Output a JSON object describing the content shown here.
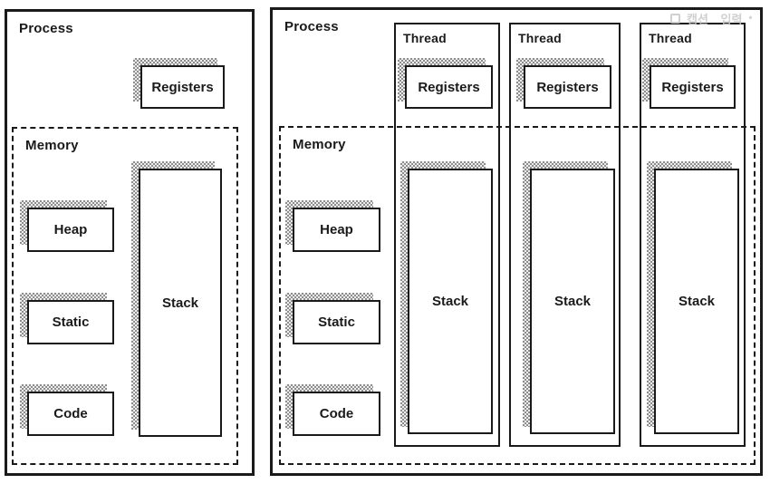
{
  "diagram": {
    "left_panel": {
      "title": "Process",
      "registers_label": "Registers",
      "memory": {
        "title": "Memory",
        "heap": "Heap",
        "static": "Static",
        "code": "Code",
        "stack": "Stack"
      }
    },
    "right_panel": {
      "title": "Process",
      "memory": {
        "title": "Memory",
        "heap": "Heap",
        "static": "Static",
        "code": "Code"
      },
      "threads": [
        {
          "title": "Thread",
          "registers_label": "Registers",
          "stack_label": "Stack"
        },
        {
          "title": "Thread",
          "registers_label": "Registers",
          "stack_label": "Stack"
        },
        {
          "title": "Thread",
          "registers_label": "Registers",
          "stack_label": "Stack"
        }
      ]
    },
    "watermark": {
      "icon": "square-outline-icon",
      "text": "캡션 입력",
      "dot": "•"
    },
    "colors": {
      "line": "#1a1a1a",
      "shadow_dark": "#8d8d8d",
      "shadow_light": "#efefef",
      "watermark": "#c8c8c8"
    }
  }
}
